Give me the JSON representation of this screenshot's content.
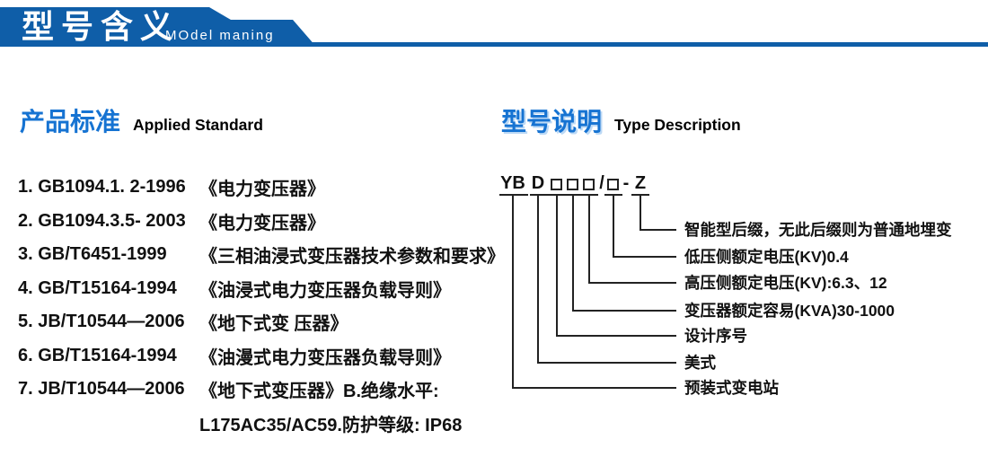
{
  "header": {
    "title_cn": "型号含义",
    "title_en": "MOdel maning"
  },
  "left_section": {
    "heading_cn": "产品标准",
    "heading_en": "Applied Standard",
    "standards": [
      {
        "code": "1. GB1094.1. 2-1996",
        "title": "《电力变压器》"
      },
      {
        "code": "2. GB1094.3.5- 2003",
        "title": "《电力变压器》"
      },
      {
        "code": "3. GB/T6451-1999",
        "title": "《三相油浸式变压器技术参数和要求》"
      },
      {
        "code": "4. GB/T15164-1994",
        "title": "《油浸式电力变压器负载导则》"
      },
      {
        "code": "5. JB/T10544—2006",
        "title": "《地下式变 压器》"
      },
      {
        "code": "6. GB/T15164-1994",
        "title": "《油漫式电力变压器负载导则》"
      },
      {
        "code": "7. JB/T10544—2006",
        "title": "《地下式变压器》B.绝缘水平:"
      }
    ],
    "continuation": "L175AC35/AC59.防护等级: IP68"
  },
  "right_section": {
    "heading_cn": "型号说明",
    "heading_en": "Type Description",
    "model_code_display": "YB D □□□/□ - Z",
    "model_code_parts": {
      "prefix": "YB",
      "style": "D",
      "slash": "/",
      "dash": "-",
      "suffix": "Z"
    },
    "labels": [
      {
        "text": "智能型后缀，无此后缀则为普通地埋变"
      },
      {
        "text": "低压侧额定电压(KV)0.4"
      },
      {
        "text": "高压侧额定电压(KV):6.3、12"
      },
      {
        "text": "变压器额定容易(KVA)30-1000"
      },
      {
        "text": "设计序号"
      },
      {
        "text": "美式"
      },
      {
        "text": "预装式变电站"
      }
    ]
  },
  "colors": {
    "band": "#0f5ea8",
    "heading_blue": "#1673d2",
    "ink": "#111111",
    "line": "#222222"
  }
}
